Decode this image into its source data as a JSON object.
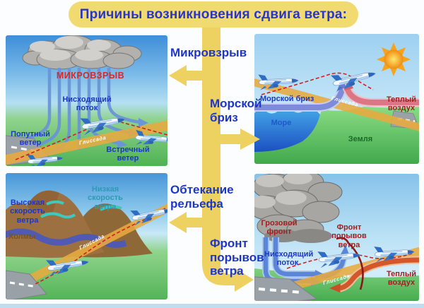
{
  "title": "Причины возникновения сдвига ветра:",
  "connector": {
    "microburst": "Микровзрыв",
    "sea_breeze": "Морской бриз",
    "terrain": "Обтекание рельефа",
    "gust_front": "Фронт порывов ветра"
  },
  "panels": {
    "microburst": {
      "heading": "МИКРОВЗРЫВ",
      "downdraft": "Нисходящий поток",
      "tailwind": "Попутный ветер",
      "headwind": "Встречный ветер",
      "glideslope": "Глиссада"
    },
    "sea_breeze": {
      "breeze": "Морской бриз",
      "warm_air": "Теплый воздух",
      "sea": "Море",
      "land": "Земля",
      "glideslope": "Глиссада"
    },
    "terrain": {
      "high_wind": "Высокая скорость ветра",
      "low_wind": "Низкая скорость ветра",
      "hills": "Холмы",
      "glideslope": "Глиссада"
    },
    "gust_front": {
      "storm_front": "Грозовой фронт",
      "downdraft": "Нисходящий поток",
      "front": "Фронт порывов ветра",
      "warm_air": "Теплый воздух",
      "glideslope": "Глиссада"
    }
  },
  "colors": {
    "accent_yellow": "#EDD262",
    "pill_yellow": "#F1DB70",
    "title_blue": "#2B35C5",
    "label_blue": "#1D36C8",
    "heading_red": "#D42A2A",
    "dark_red": "#A02020",
    "teal": "#2E9BB5",
    "brown": "#7A5226",
    "sea_text_blue": "#2156CC",
    "land_text_green": "#1A6B2A",
    "glide_band_orange": "#E8AA3F",
    "wind_arrow_blue": "#6B95D6"
  },
  "icons": {
    "cloud": "cloud-icon",
    "sun": "sun-icon",
    "plane": "plane-icon",
    "runway": "runway",
    "arrow": "wind-arrow"
  }
}
